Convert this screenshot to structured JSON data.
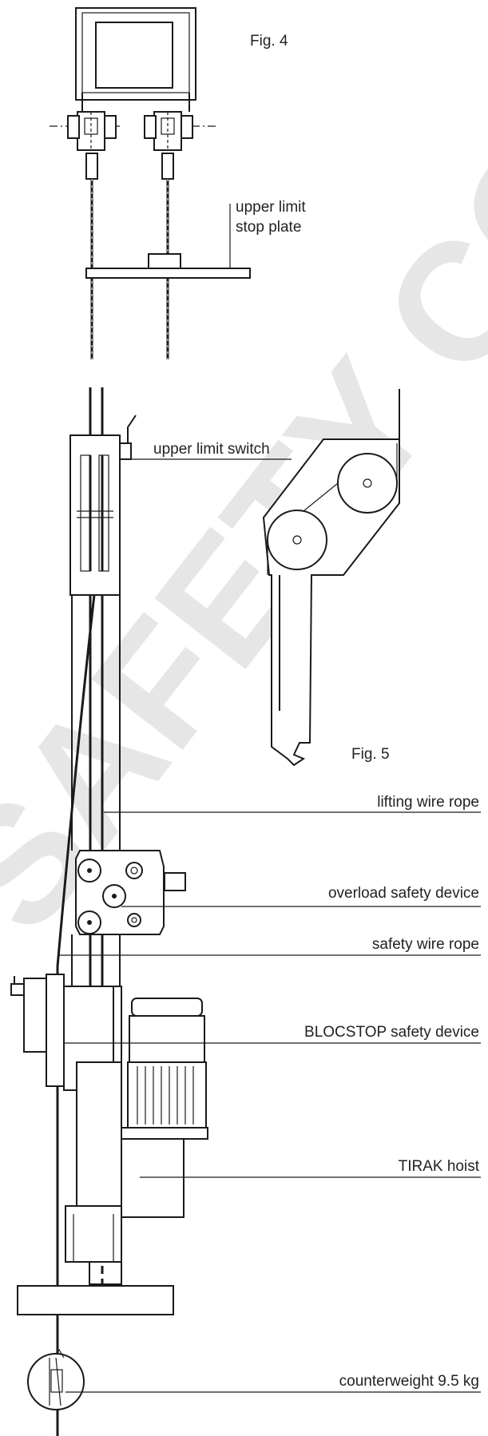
{
  "watermark": "SAFETY CO.UK",
  "figures": {
    "fig4_caption": "Fig. 4",
    "fig5_caption": "Fig. 5"
  },
  "labels": {
    "upper_limit_stop_plate_line1": "upper limit",
    "upper_limit_stop_plate_line2": "stop plate",
    "upper_limit_switch": "upper limit switch",
    "lifting_wire_rope": "lifting wire rope",
    "overload_safety_device": "overload safety device",
    "safety_wire_rope": "safety wire rope",
    "blocstop_safety_device": "BLOCSTOP safety device",
    "tirak_hoist": "TIRAK hoist",
    "counterweight": "counterweight 9.5 kg"
  }
}
